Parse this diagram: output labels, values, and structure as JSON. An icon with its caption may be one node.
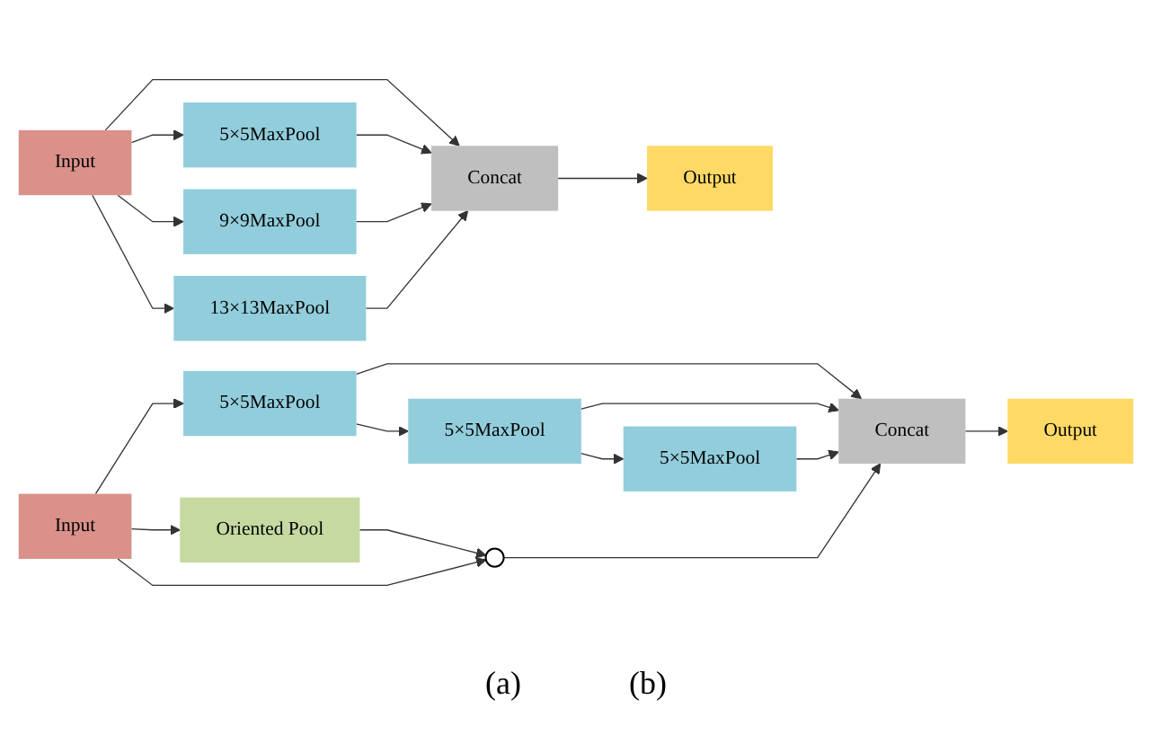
{
  "diagram": {
    "nodes": [
      {
        "text": [
          "Input"
        ]
      },
      {
        "text": [
          "5×5MaxPool"
        ]
      },
      {
        "text": [
          "9×9MaxPool"
        ]
      },
      {
        "text": [
          "13×13MaxPool"
        ]
      },
      {
        "text": [
          "Concat"
        ]
      },
      {
        "text": [
          "Output"
        ]
      },
      {
        "text": [
          "Input"
        ]
      },
      {
        "text": [
          "5×5MaxPool"
        ]
      },
      {
        "text": [
          "5×5MaxPool"
        ]
      },
      {
        "text": [
          "5×5MaxPool"
        ]
      },
      {
        "text": [
          "Concat"
        ]
      },
      {
        "text": [
          "Output"
        ]
      },
      {
        "text": [
          "Oriented Pool"
        ]
      },
      {
        "text": [],
        "shape": "circle"
      }
    ],
    "edges": [
      {
        "from": 0,
        "to": 1,
        "arrow": "to"
      },
      {
        "from": 0,
        "to": 2,
        "arrow": "to"
      },
      {
        "from": 0,
        "to": 3,
        "arrow": "to"
      },
      {
        "from": 0,
        "to": 4,
        "arrow": "to"
      },
      {
        "from": 1,
        "to": 4,
        "arrow": "to"
      },
      {
        "from": 2,
        "to": 4,
        "arrow": "to"
      },
      {
        "from": 3,
        "to": 4,
        "arrow": "to"
      },
      {
        "from": 4,
        "to": 5,
        "arrow": "to"
      },
      {
        "from": 6,
        "to": 7,
        "arrow": "to"
      },
      {
        "from": 7,
        "to": 8,
        "arrow": "to"
      },
      {
        "from": 7,
        "to": 10,
        "arrow": "to"
      },
      {
        "from": 8,
        "to": 9,
        "arrow": "to"
      },
      {
        "from": 8,
        "to": 10,
        "arrow": "to"
      },
      {
        "from": 9,
        "to": 10,
        "arrow": "to"
      },
      {
        "from": 10,
        "to": 11,
        "arrow": "to"
      },
      {
        "from": 6,
        "to": 12,
        "arrow": "to"
      },
      {
        "from": 12,
        "to": 13,
        "arrow": "to"
      },
      {
        "from": 6,
        "to": 13,
        "arrow": "to"
      },
      {
        "from": 13,
        "to": 10,
        "arrow": "to"
      }
    ],
    "labels": [
      "(a)",
      "(b)"
    ]
  }
}
